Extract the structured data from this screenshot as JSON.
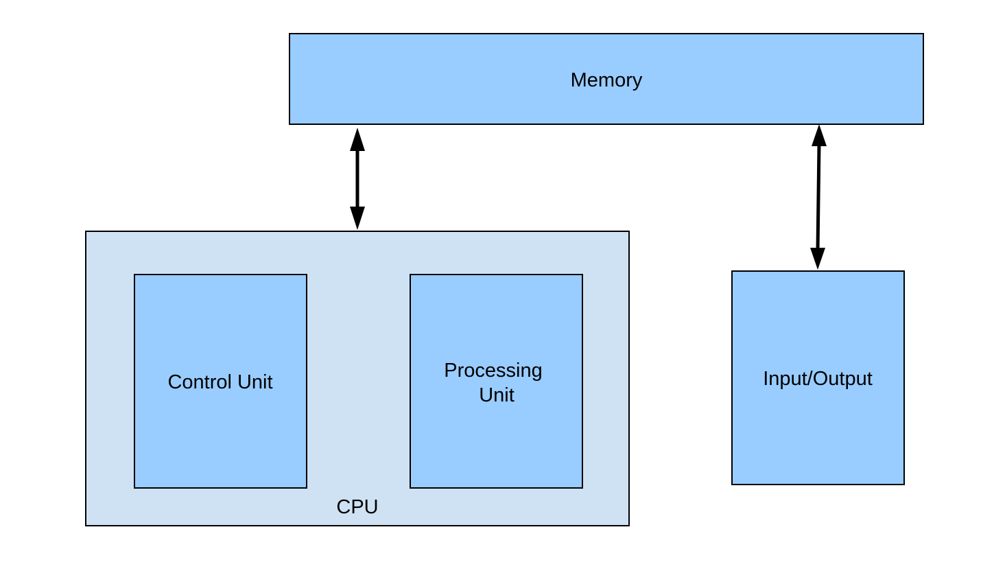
{
  "diagram": {
    "title": "Von Neumann architecture",
    "colors": {
      "component_fill": "#99ccff",
      "container_fill": "#cfe2f3",
      "stroke": "#000000",
      "background": "#ffffff"
    },
    "nodes": {
      "memory": {
        "label": "Memory"
      },
      "cpu": {
        "label": "CPU"
      },
      "control_unit": {
        "label": "Control Unit"
      },
      "processing_unit": {
        "label_line1": "Processing",
        "label_line2": "Unit"
      },
      "io": {
        "label": "Input/Output"
      }
    },
    "edges": [
      {
        "from": "memory",
        "to": "cpu",
        "direction": "bidirectional"
      },
      {
        "from": "memory",
        "to": "io",
        "direction": "bidirectional"
      }
    ]
  }
}
